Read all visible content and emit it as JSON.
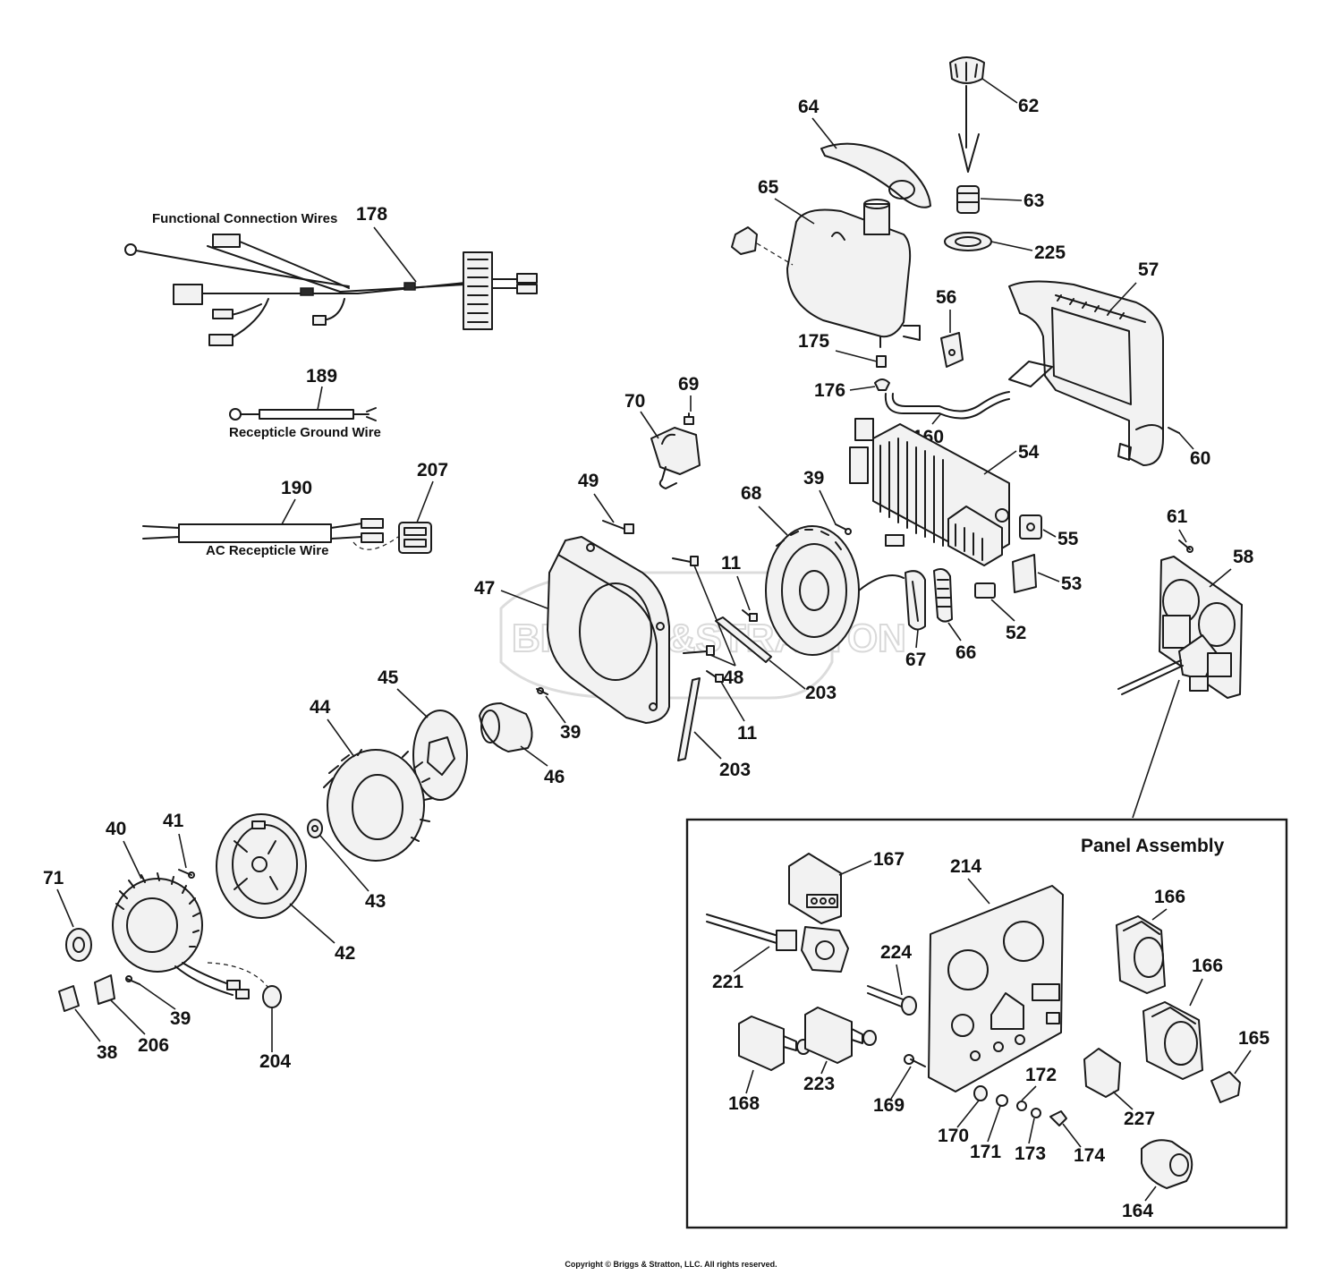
{
  "captions": {
    "functional_wires": "Functional Connection Wires",
    "ground_wire": "Recepticle Ground Wire",
    "ac_wire": "AC Recepticle Wire"
  },
  "panel_title": "Panel Assembly",
  "watermark": "BRIGGS&STRATTON",
  "copyright": "Copyright © Briggs & Stratton, LLC. All rights reserved.",
  "callouts": {
    "c178": "178",
    "c189": "189",
    "c190": "190",
    "c207": "207",
    "c64": "64",
    "c62": "62",
    "c65": "65",
    "c63": "63",
    "c225": "225",
    "c57": "57",
    "c56": "56",
    "c175": "175",
    "c176": "176",
    "c160": "160",
    "c70": "70",
    "c69": "69",
    "c54": "54",
    "c60": "60",
    "c49": "49",
    "c68": "68",
    "c39a": "39",
    "c55": "55",
    "c61": "61",
    "c58": "58",
    "c53": "53",
    "c47": "47",
    "c11a": "11",
    "c52": "52",
    "c67": "67",
    "c66": "66",
    "c48": "48",
    "c45": "45",
    "c44": "44",
    "c39b": "39",
    "c203a": "203",
    "c46": "46",
    "c11b": "11",
    "c203b": "203",
    "c40": "40",
    "c41": "41",
    "c71": "71",
    "c43": "43",
    "c42": "42",
    "c39c": "39",
    "c38": "38",
    "c206": "206",
    "c204": "204",
    "c167": "167",
    "c214": "214",
    "c166a": "166",
    "c166b": "166",
    "c221": "221",
    "c224": "224",
    "c165": "165",
    "c168": "168",
    "c223": "223",
    "c169": "169",
    "c172": "172",
    "c227": "227",
    "c170": "170",
    "c171": "171",
    "c173": "173",
    "c174": "174",
    "c164": "164"
  }
}
